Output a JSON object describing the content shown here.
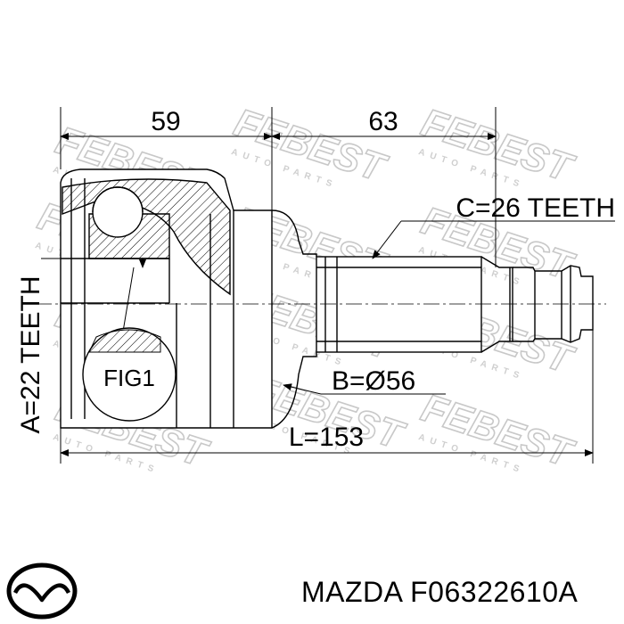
{
  "drawing": {
    "dim_left": "59",
    "dim_right": "63",
    "teeth_c": "C=26 TEETH",
    "teeth_a": "A=22 TEETH",
    "diameter_b": "B=Ø56",
    "length_l": "L=153",
    "fig_label": "FIG1"
  },
  "watermark": {
    "brand": "FEBEST",
    "sub": "AUTO PARTS"
  },
  "footer": {
    "brand_logo": "mazda-logo",
    "text": "MAZDA F06322610A"
  }
}
